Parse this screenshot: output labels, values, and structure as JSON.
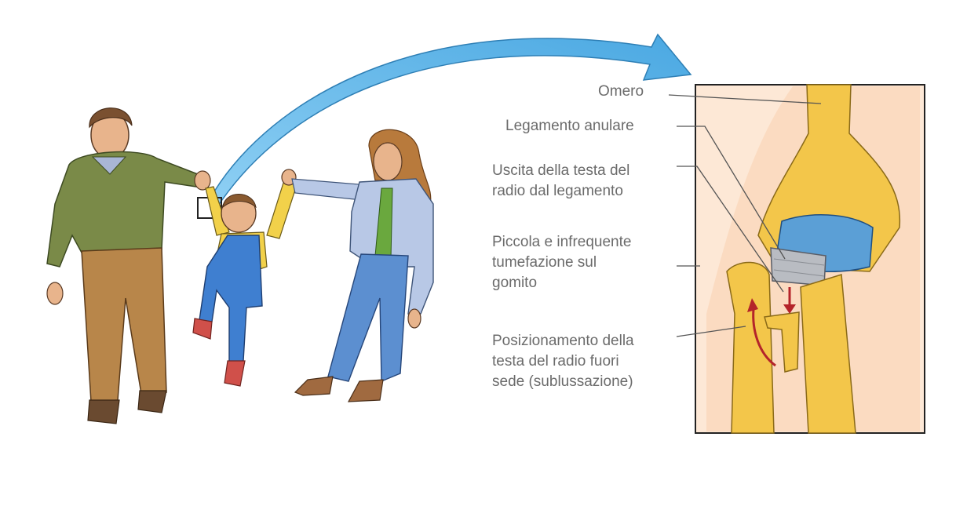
{
  "diagram": {
    "labels": [
      {
        "id": "omero",
        "lines": [
          "Omero"
        ]
      },
      {
        "id": "legamento-anulare",
        "lines": [
          "Legamento anulare"
        ]
      },
      {
        "id": "uscita-testa",
        "lines": [
          "Uscita della testa del",
          "radio dal legamento"
        ]
      },
      {
        "id": "tumefazione",
        "lines": [
          "Piccola e infrequente",
          "tumefazione sul",
          "gomito"
        ]
      },
      {
        "id": "posizionamento",
        "lines": [
          "Posizionamento della",
          "testa del radio fuori",
          "sede (sublussazione)"
        ]
      }
    ],
    "colors": {
      "arrow": "#5fb4e6",
      "bone": "#f3c64a",
      "cartilage": "#5b9fd6",
      "ligament": "#b9bcc2",
      "red_arrow": "#b4242a",
      "leader": "#555555"
    }
  }
}
